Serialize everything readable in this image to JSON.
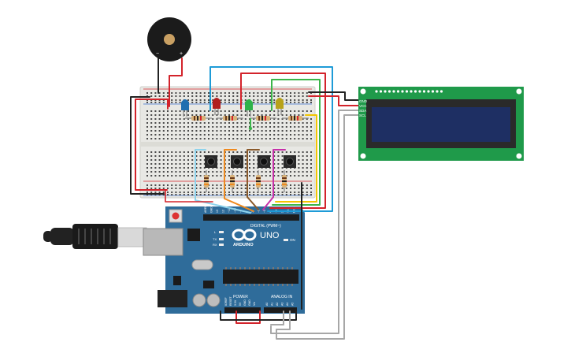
{
  "board": {
    "brand": "ARDUINO",
    "model": "UNO",
    "digital_label": "DIGITAL (PWM~)",
    "power_label": "POWER",
    "analog_label": "ANALOG IN",
    "on_label": "ON",
    "l_label": "L",
    "tx_label": "TX",
    "rx_label": "RX",
    "digital_pins": [
      "AREF",
      "GND",
      "13",
      "12",
      "~11",
      "~10",
      "~9",
      "8",
      "7",
      "~6",
      "~5",
      "4",
      "~3",
      "2",
      "TX→1",
      "RX←0"
    ],
    "power_pins": [
      "IOREF",
      "RESET",
      "3.3V",
      "5V",
      "GND",
      "GND",
      "Vin"
    ],
    "analog_pins": [
      "A0",
      "A1",
      "A2",
      "A3",
      "A4",
      "A5"
    ]
  },
  "lcd": {
    "pin_labels": [
      "GND",
      "VCC",
      "SDA",
      "SCL"
    ]
  },
  "buzzer": {
    "minus_label": "−",
    "plus_label": "+"
  },
  "colors": {
    "board_blue": "#2f6c9a",
    "lcd_green": "#1f9a4a",
    "lcd_screen": "#1e2f63",
    "breadboard": "#e8e8e4",
    "wire_red": "#d3232b",
    "wire_black": "#222222",
    "wire_blue": "#1e9bd7",
    "wire_green": "#3bb54a",
    "wire_orange": "#ef8a1e",
    "wire_brown": "#8a5a2b",
    "wire_magenta": "#c62fa8",
    "wire_yellow": "#f2c500",
    "wire_gray": "#a7a7a7",
    "wire_lightblue": "#8ed3ec",
    "led_blue": "#1f6fb0",
    "led_red": "#b01e1e",
    "led_green": "#2fb34a",
    "led_yellow": "#b8a21a"
  }
}
